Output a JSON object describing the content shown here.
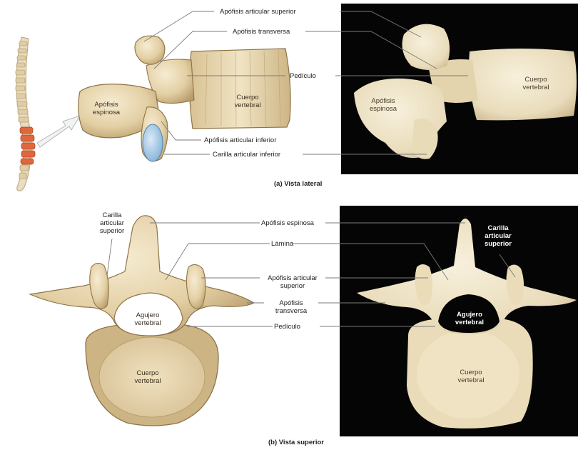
{
  "colors": {
    "bone_light": "#efe2c2",
    "bone_mid": "#d9c39a",
    "bone_dark": "#a98d5e",
    "photo_bg": "#050505",
    "facet_blue": "#a9cbe6",
    "vertebra_highlight": "#e0673c"
  },
  "lateral": {
    "caption": "(a) Vista lateral",
    "labels": {
      "sup_articular": "Apófisis articular superior",
      "transverse": "Apófisis transversa",
      "pedicle": "Pedículo",
      "inf_articular": "Apófisis articular inferior",
      "inf_facet": "Carilla articular inferior"
    },
    "illus_labels": {
      "spinous_1": "Apófisis",
      "spinous_2": "espinosa",
      "body_1": "Cuerpo",
      "body_2": "vertebral"
    },
    "photo_labels": {
      "spinous_1": "Apófisis",
      "spinous_2": "espinosa",
      "body_1": "Cuerpo",
      "body_2": "vertebral"
    }
  },
  "superior": {
    "caption": "(b) Vista superior",
    "labels": {
      "spinous": "Apófisis espinosa",
      "lamina": "Lámina",
      "sup_articular_1": "Apófisis articular",
      "sup_articular_2": "superior",
      "transverse_1": "Apófisis",
      "transverse_2": "transversa",
      "pedicle": "Pedículo"
    },
    "illus_labels": {
      "facet_1": "Carilla",
      "facet_2": "articular",
      "facet_3": "superior",
      "foramen_1": "Agujero",
      "foramen_2": "vertebral",
      "body_1": "Cuerpo",
      "body_2": "vertebral"
    },
    "photo_labels": {
      "facet_1": "Carilla",
      "facet_2": "articular",
      "facet_3": "superior",
      "foramen_1": "Agujero",
      "foramen_2": "vertebral",
      "body_1": "Cuerpo",
      "body_2": "vertebral"
    }
  }
}
